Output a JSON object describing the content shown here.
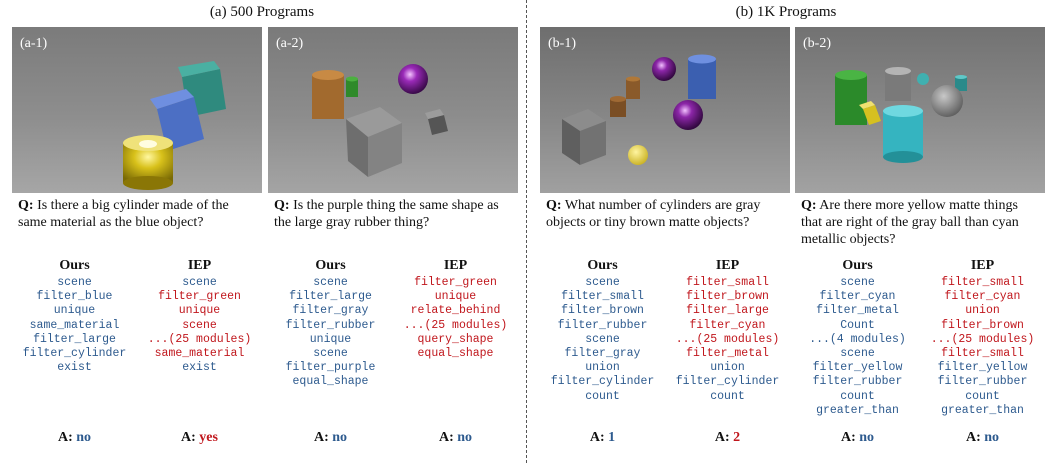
{
  "groups": [
    {
      "title": "(a) 500 Programs"
    },
    {
      "title": "(b) 1K Programs"
    }
  ],
  "panels": [
    {
      "label": "(a-1)",
      "q_prefix": "Q:",
      "question": "Is there a big cylinder made of the same material as the blue object?",
      "ours": {
        "heading": "Ours",
        "steps": [
          {
            "text": "scene",
            "color": "#2d5a8e"
          },
          {
            "text": "filter_blue",
            "color": "#2d5a8e"
          },
          {
            "text": "unique",
            "color": "#2d5a8e"
          },
          {
            "text": "same_material",
            "color": "#2d5a8e"
          },
          {
            "text": "filter_large",
            "color": "#2d5a8e"
          },
          {
            "text": "filter_cylinder",
            "color": "#2d5a8e"
          },
          {
            "text": "exist",
            "color": "#2d5a8e"
          }
        ],
        "answer_label": "A:",
        "answer": "no",
        "answer_color": "#2d5a8e"
      },
      "iep": {
        "heading": "IEP",
        "steps": [
          {
            "text": "scene",
            "color": "#2d5a8e"
          },
          {
            "text": "filter_green",
            "color": "#c0161c"
          },
          {
            "text": "unique",
            "color": "#c0161c"
          },
          {
            "text": "scene",
            "color": "#c0161c"
          },
          {
            "text": "...(25 modules)",
            "color": "#c0161c"
          },
          {
            "text": "same_material",
            "color": "#c0161c"
          },
          {
            "text": "exist",
            "color": "#2d5a8e"
          }
        ],
        "answer_label": "A:",
        "answer": "yes",
        "answer_color": "#c0161c"
      }
    },
    {
      "label": "(a-2)",
      "q_prefix": "Q:",
      "question": "Is the purple thing the same shape as the large gray rubber thing?",
      "ours": {
        "heading": "Ours",
        "steps": [
          {
            "text": "scene",
            "color": "#2d5a8e"
          },
          {
            "text": "filter_large",
            "color": "#2d5a8e"
          },
          {
            "text": "filter_gray",
            "color": "#2d5a8e"
          },
          {
            "text": "filter_rubber",
            "color": "#2d5a8e"
          },
          {
            "text": "unique",
            "color": "#2d5a8e"
          },
          {
            "text": "scene",
            "color": "#2d5a8e"
          },
          {
            "text": "filter_purple",
            "color": "#2d5a8e"
          },
          {
            "text": "equal_shape",
            "color": "#2d5a8e"
          }
        ],
        "answer_label": "A:",
        "answer": "no",
        "answer_color": "#2d5a8e"
      },
      "iep": {
        "heading": "IEP",
        "steps": [
          {
            "text": "filter_green",
            "color": "#c0161c"
          },
          {
            "text": "unique",
            "color": "#c0161c"
          },
          {
            "text": "relate_behind",
            "color": "#c0161c"
          },
          {
            "text": "...(25 modules)",
            "color": "#c0161c"
          },
          {
            "text": "query_shape",
            "color": "#c0161c"
          },
          {
            "text": "equal_shape",
            "color": "#c0161c"
          }
        ],
        "answer_label": "A:",
        "answer": "no",
        "answer_color": "#2d5a8e"
      }
    },
    {
      "label": "(b-1)",
      "q_prefix": "Q:",
      "question": "What number of cylinders are gray objects or tiny brown matte objects?",
      "ours": {
        "heading": "Ours",
        "steps": [
          {
            "text": "scene",
            "color": "#2d5a8e"
          },
          {
            "text": "filter_small",
            "color": "#2d5a8e"
          },
          {
            "text": "filter_brown",
            "color": "#2d5a8e"
          },
          {
            "text": "filter_rubber",
            "color": "#2d5a8e"
          },
          {
            "text": "scene",
            "color": "#2d5a8e"
          },
          {
            "text": "filter_gray",
            "color": "#2d5a8e"
          },
          {
            "text": "union",
            "color": "#2d5a8e"
          },
          {
            "text": "filter_cylinder",
            "color": "#2d5a8e"
          },
          {
            "text": "count",
            "color": "#2d5a8e"
          }
        ],
        "answer_label": "A:",
        "answer": "1",
        "answer_color": "#2d5a8e"
      },
      "iep": {
        "heading": "IEP",
        "steps": [
          {
            "text": "filter_small",
            "color": "#c0161c"
          },
          {
            "text": "filter_brown",
            "color": "#c0161c"
          },
          {
            "text": "filter_large",
            "color": "#c0161c"
          },
          {
            "text": "filter_cyan",
            "color": "#c0161c"
          },
          {
            "text": "...(25 modules)",
            "color": "#c0161c"
          },
          {
            "text": "filter_metal",
            "color": "#c0161c"
          },
          {
            "text": "union",
            "color": "#2d5a8e"
          },
          {
            "text": "filter_cylinder",
            "color": "#2d5a8e"
          },
          {
            "text": "count",
            "color": "#2d5a8e"
          }
        ],
        "answer_label": "A:",
        "answer": "2",
        "answer_color": "#c0161c"
      }
    },
    {
      "label": "(b-2)",
      "q_prefix": "Q:",
      "question": "Are there more yellow matte things that are right of the gray ball than cyan metallic objects?",
      "ours": {
        "heading": "Ours",
        "steps": [
          {
            "text": "scene",
            "color": "#2d5a8e"
          },
          {
            "text": "filter_cyan",
            "color": "#2d5a8e"
          },
          {
            "text": "filter_metal",
            "color": "#2d5a8e"
          },
          {
            "text": "Count",
            "color": "#2d5a8e"
          },
          {
            "text": "...(4 modules)",
            "color": "#2d5a8e"
          },
          {
            "text": "scene",
            "color": "#2d5a8e"
          },
          {
            "text": "filter_yellow",
            "color": "#2d5a8e"
          },
          {
            "text": "filter_rubber",
            "color": "#2d5a8e"
          },
          {
            "text": "count",
            "color": "#2d5a8e"
          },
          {
            "text": "greater_than",
            "color": "#2d5a8e"
          }
        ],
        "answer_label": "A:",
        "answer": "no",
        "answer_color": "#2d5a8e"
      },
      "iep": {
        "heading": "IEP",
        "steps": [
          {
            "text": "filter_small",
            "color": "#c0161c"
          },
          {
            "text": "filter_cyan",
            "color": "#c0161c"
          },
          {
            "text": "union",
            "color": "#c0161c"
          },
          {
            "text": "filter_brown",
            "color": "#c0161c"
          },
          {
            "text": "...(25 modules)",
            "color": "#c0161c"
          },
          {
            "text": "filter_small",
            "color": "#c0161c"
          },
          {
            "text": "filter_yellow",
            "color": "#2d5a8e"
          },
          {
            "text": "filter_rubber",
            "color": "#2d5a8e"
          },
          {
            "text": "count",
            "color": "#2d5a8e"
          },
          {
            "text": "greater_than",
            "color": "#2d5a8e"
          }
        ],
        "answer_label": "A:",
        "answer": "no",
        "answer_color": "#2d5a8e"
      }
    }
  ]
}
